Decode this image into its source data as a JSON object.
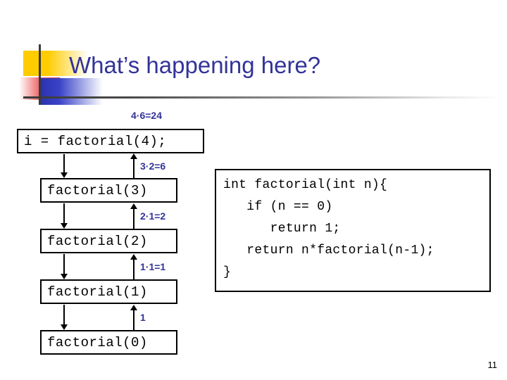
{
  "slide": {
    "title": "What’s happening here?",
    "page_number": "11",
    "title_color": "#333399",
    "annotation_color": "#333399",
    "border_color": "#000000",
    "background": "#ffffff"
  },
  "decoration": {
    "yellow": "#FFCC00",
    "red": "#E8413C",
    "blue": "#2B33B0",
    "rule": "#3A3A3A"
  },
  "flow": {
    "boxes": [
      {
        "label": "i = factorial(4);"
      },
      {
        "label": "factorial(3)"
      },
      {
        "label": "factorial(2)"
      },
      {
        "label": "factorial(1)"
      },
      {
        "label": "factorial(0)"
      }
    ],
    "return_annotations": [
      {
        "text": "4·6=24"
      },
      {
        "text": "3·2=6"
      },
      {
        "text": "2·1=2"
      },
      {
        "text": "1·1=1"
      },
      {
        "text": "1"
      }
    ]
  },
  "code": {
    "text": "int factorial(int n){\n   if (n == 0)\n      return 1;\n   return n*factorial(n-1);\n}",
    "lines": [
      "int factorial(int n){",
      "   if (n == 0)",
      "      return 1;",
      "   return n*factorial(n-1);",
      "}"
    ]
  }
}
